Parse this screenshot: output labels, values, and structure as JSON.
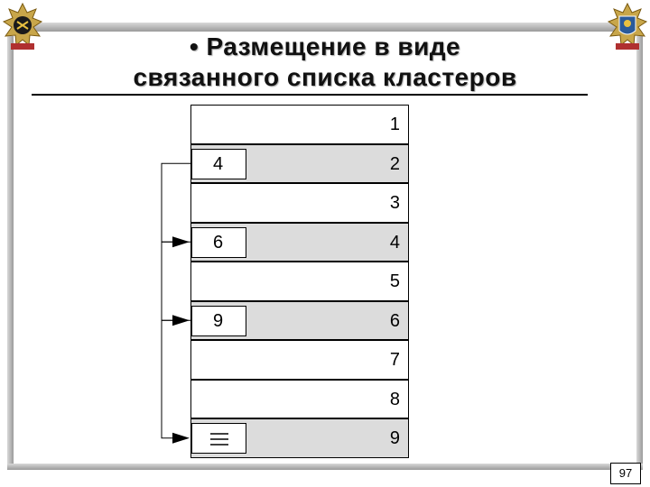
{
  "slide": {
    "title_line1": "• Размещение  в  виде",
    "title_line2": "связанного  списка  кластеров",
    "page_number": "97"
  },
  "clusters": [
    {
      "number": "1",
      "pointer": null,
      "shaded": false
    },
    {
      "number": "2",
      "pointer": "4",
      "shaded": true
    },
    {
      "number": "3",
      "pointer": null,
      "shaded": false
    },
    {
      "number": "4",
      "pointer": "6",
      "shaded": true
    },
    {
      "number": "5",
      "pointer": null,
      "shaded": false
    },
    {
      "number": "6",
      "pointer": "9",
      "shaded": true
    },
    {
      "number": "7",
      "pointer": null,
      "shaded": false
    },
    {
      "number": "8",
      "pointer": null,
      "shaded": false
    },
    {
      "number": "9",
      "pointer": "end-of-chain-icon",
      "shaded": true
    }
  ],
  "links": [
    {
      "from": "2",
      "to": "4"
    },
    {
      "from": "4",
      "to": "6"
    },
    {
      "from": "6",
      "to": "9"
    }
  ],
  "colors": {
    "shaded_cell": "#dcdcdc",
    "frame": "#9a9a9a",
    "emblem": "#c8a64a"
  }
}
